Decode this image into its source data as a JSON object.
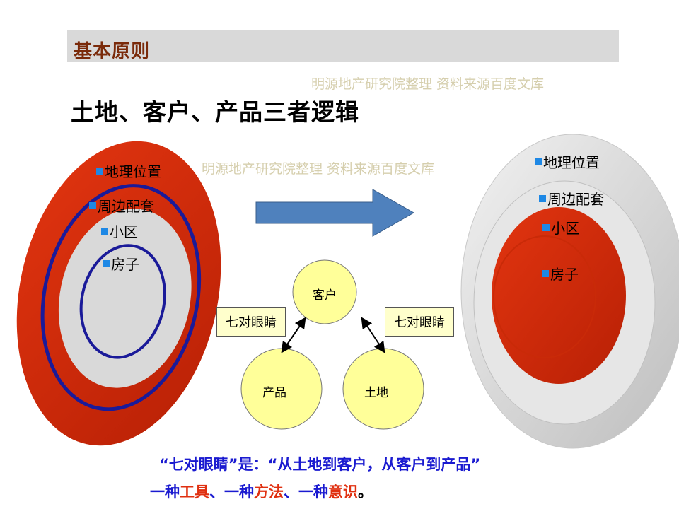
{
  "header": {
    "title": "基本原则"
  },
  "watermarks": [
    "明源地产研究院整理  资料来源百度文库",
    "明源地产研究院整理  资料来源百度文库"
  ],
  "main_title": "土地、客户、产品三者逻辑",
  "left_diagram": {
    "labels": [
      "地理位置",
      "周边配套",
      "小区",
      "房子"
    ],
    "colors": {
      "outer": "#d42a0a",
      "ring": "#1a1a99",
      "inner": "#d9d9d9"
    }
  },
  "right_diagram": {
    "labels": [
      "地理位置",
      "周边配套",
      "小区",
      "房子"
    ],
    "colors": {
      "outer": "#d9d9d9",
      "inner": "#d42a0a"
    }
  },
  "arrow": {
    "color": "#4f81bd"
  },
  "center": {
    "circles": [
      "客户",
      "产品",
      "土地"
    ],
    "boxes": [
      "七对眼睛",
      "七对眼睛"
    ],
    "circle_color": "#ffff99"
  },
  "bottom": {
    "line1": "“七对眼睛”是：“从土地到客户，从客户到产品”",
    "line2_parts": [
      "一种",
      "工具",
      "、一种",
      "方法",
      "、一种",
      "意识",
      "。"
    ]
  }
}
